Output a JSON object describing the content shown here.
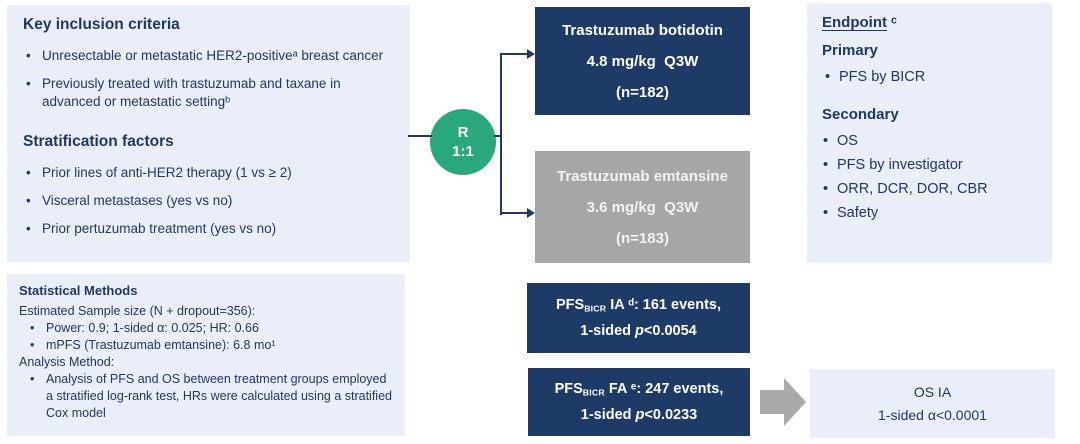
{
  "palette": {
    "navy": "#1e3a66",
    "text_navy": "#1f3864",
    "panel_blue": "#e9eef8",
    "arm_gray": "#a6a6a6",
    "arrow_gray": "#a9a9a9",
    "green": "#28a87c"
  },
  "inclusion_panel": {
    "title": "Key inclusion criteria",
    "bullets": [
      "Unresectable or metastatic HER2-positiveᵃ breast cancer",
      "Previously treated with trastuzumab and taxane in advanced or metastatic settingᵇ"
    ],
    "stratification_title": "Stratification factors",
    "stratification_bullets": [
      "Prior lines of anti-HER2 therapy (1 vs ≥ 2)",
      "Visceral metastases (yes vs no)",
      "Prior pertuzumab treatment (yes vs no)"
    ]
  },
  "stats_panel": {
    "title": "Statistical Methods",
    "sample_size_line": "Estimated Sample size (N + dropout=356):",
    "sample_size_bullets": [
      "Power: 0.9; 1-sided α: 0.025; HR: 0.66",
      "mPFS (Trastuzumab emtansine): 6.8 mo¹"
    ],
    "analysis_method_line": "Analysis Method:",
    "analysis_method_bullets": [
      "Analysis of PFS and OS between treatment groups employed a stratified log-rank test, HRs were calculated using a stratified Cox model"
    ]
  },
  "randomization": {
    "letter": "R",
    "ratio": "1:1"
  },
  "arms": {
    "top": {
      "name": "Trastuzumab botidotin",
      "dose": "4.8 mg/kg  Q3W",
      "n": "(n=182)"
    },
    "bottom": {
      "name": "Trastuzumab emtansine",
      "dose": "3.6 mg/kg  Q3W",
      "n": "(n=183)"
    }
  },
  "pfs_ia": {
    "pfs": "PFS",
    "sub": "BICR",
    "rest_line1": " IA ᵈ: 161 events,",
    "line2_pre": "1-sided ",
    "p": "p",
    "line2_post": "<0.0054"
  },
  "pfs_fa": {
    "pfs": "PFS",
    "sub": "BICR",
    "rest_line1": " FA ᵉ: 247 events,",
    "line2_pre": "1-sided ",
    "p": "p",
    "line2_post": "<0.0233"
  },
  "os_ia": {
    "line1": "OS IA",
    "line2": "1-sided α<0.0001"
  },
  "endpoint_panel": {
    "heading": "Endpoint",
    "heading_sup": " ᶜ",
    "primary_title": "Primary",
    "primary_bullets": [
      "PFS by BICR"
    ],
    "secondary_title": "Secondary",
    "secondary_bullets": [
      "OS",
      "PFS by investigator",
      "ORR, DCR, DOR, CBR",
      "Safety"
    ]
  }
}
